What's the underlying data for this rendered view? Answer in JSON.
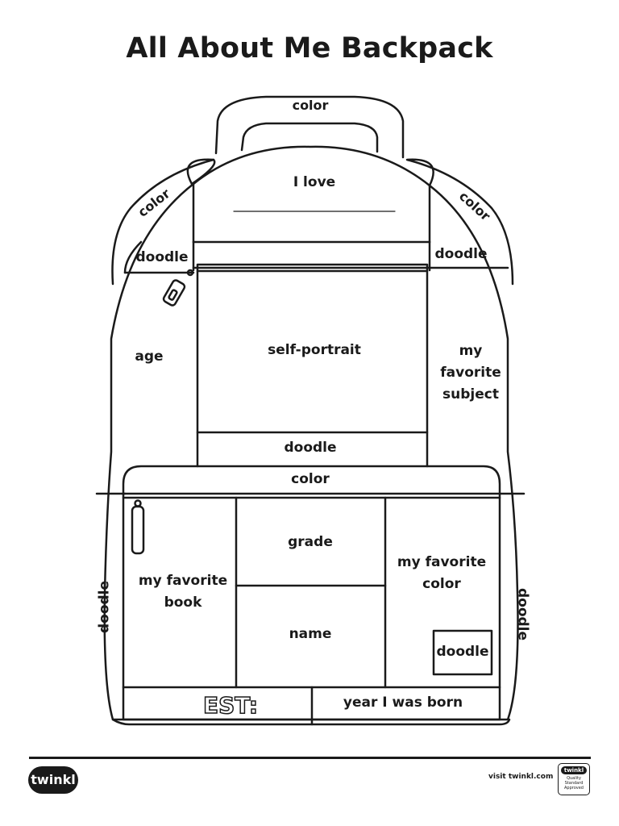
{
  "page": {
    "title": "All About Me Backpack"
  },
  "labels": {
    "handle_color": "color",
    "strap_left_color": "color",
    "strap_right_color": "color",
    "i_love": "I love",
    "doodle_top_left": "doodle",
    "doodle_top_right": "doodle",
    "self_portrait": "self-portrait",
    "age": "age",
    "favorite_subject": "my\nfavorite\nsubject",
    "doodle_under_portrait": "doodle",
    "pocket_color": "color",
    "favorite_book": "my favorite\nbook",
    "grade": "grade",
    "name": "name",
    "favorite_color": "my favorite\ncolor",
    "doodle_box": "doodle",
    "doodle_left_side": "doodle",
    "doodle_right_side": "doodle",
    "est": "EST:",
    "year_born": "year I was born"
  },
  "footer": {
    "logo_text": "twinkl",
    "visit_text": "visit twinkl.com",
    "badge_title": "twinkl",
    "badge_subtitle": "Quality Standard Approved"
  }
}
